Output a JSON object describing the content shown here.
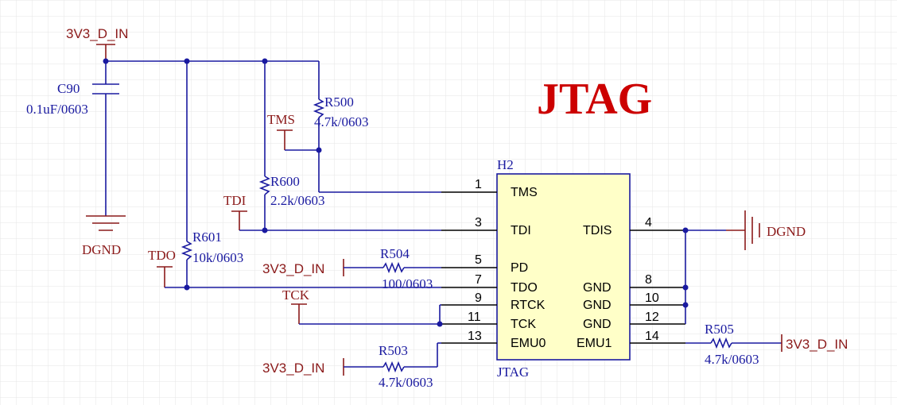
{
  "title": "JTAG",
  "colors": {
    "wire": "#1a1aa0",
    "power": "#8b1a1a",
    "title": "#cc0000",
    "body_fill": "#ffffc8",
    "grid": "#e6e6e6"
  },
  "power_labels": {
    "top_supply": "3V3_D_IN",
    "pd_supply": "3V3_D_IN",
    "emu0_supply": "3V3_D_IN",
    "emu1_supply": "3V3_D_IN",
    "gnd_left": "DGND",
    "gnd_right": "DGND"
  },
  "nets": {
    "tms": "TMS",
    "tdi": "TDI",
    "tdo": "TDO",
    "tck": "TCK"
  },
  "components": {
    "c90": {
      "ref": "C90",
      "value": "0.1uF/0603"
    },
    "r500": {
      "ref": "R500",
      "value": "4.7k/0603"
    },
    "r600": {
      "ref": "R600",
      "value": "2.2k/0603"
    },
    "r601": {
      "ref": "R601",
      "value": "10k/0603"
    },
    "r504": {
      "ref": "R504",
      "value": "100/0603"
    },
    "r503": {
      "ref": "R503",
      "value": "4.7k/0603"
    },
    "r505": {
      "ref": "R505",
      "value": "4.7k/0603"
    }
  },
  "header": {
    "ref": "H2",
    "name": "JTAG",
    "pins": {
      "p1": {
        "num": "1",
        "label": "TMS"
      },
      "p3": {
        "num": "3",
        "label": "TDI"
      },
      "p4": {
        "num": "4",
        "label": "TDIS"
      },
      "p5": {
        "num": "5",
        "label": "PD"
      },
      "p7": {
        "num": "7",
        "label": "TDO"
      },
      "p8": {
        "num": "8",
        "label": "GND"
      },
      "p9": {
        "num": "9",
        "label": "RTCK"
      },
      "p10": {
        "num": "10",
        "label": "GND"
      },
      "p11": {
        "num": "11",
        "label": "TCK"
      },
      "p12": {
        "num": "12",
        "label": "GND"
      },
      "p13": {
        "num": "13",
        "label": "EMU0"
      },
      "p14": {
        "num": "14",
        "label": "EMU1"
      }
    }
  }
}
